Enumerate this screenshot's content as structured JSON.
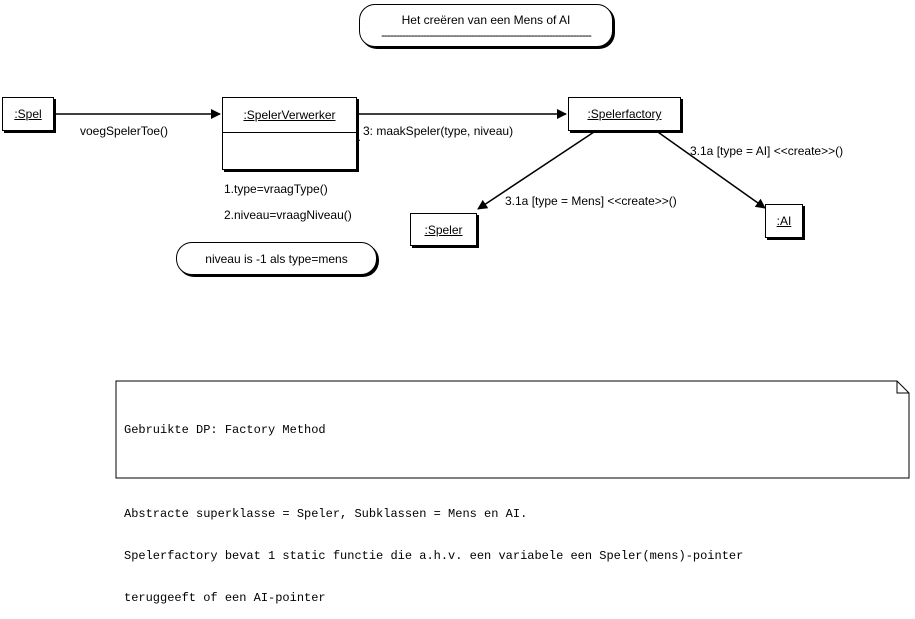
{
  "title": {
    "text": "Het creëren van een Mens of AI",
    "underline": "----------------------------------------------------------------------"
  },
  "objects": {
    "spel": ":Spel",
    "spelerverwerker": ":SpelerVerwerker",
    "spelerfactory": ":Spelerfactory",
    "speler": ":Speler",
    "ai": ":AI"
  },
  "messages": {
    "voeg": "voegSpelerToe()",
    "maak": "3: maakSpeler(type, niveau)",
    "type": "1.type=vraagType()",
    "niveau": "2.niveau=vraagNiveau()",
    "create_ai": "3.1a [type = AI] <<create>>()",
    "create_mens": "3.1a [type = Mens] <<create>>()"
  },
  "remark": "niveau is -1 als type=mens",
  "note": {
    "lines": [
      "Gebruikte DP: Factory Method",
      "",
      "Abstracte superklasse = Speler, Subklassen = Mens en AI.",
      "Spelerfactory bevat 1 static functie die a.h.v. een variabele een Speler(mens)-pointer",
      "teruggeeft of een AI-pointer"
    ]
  }
}
